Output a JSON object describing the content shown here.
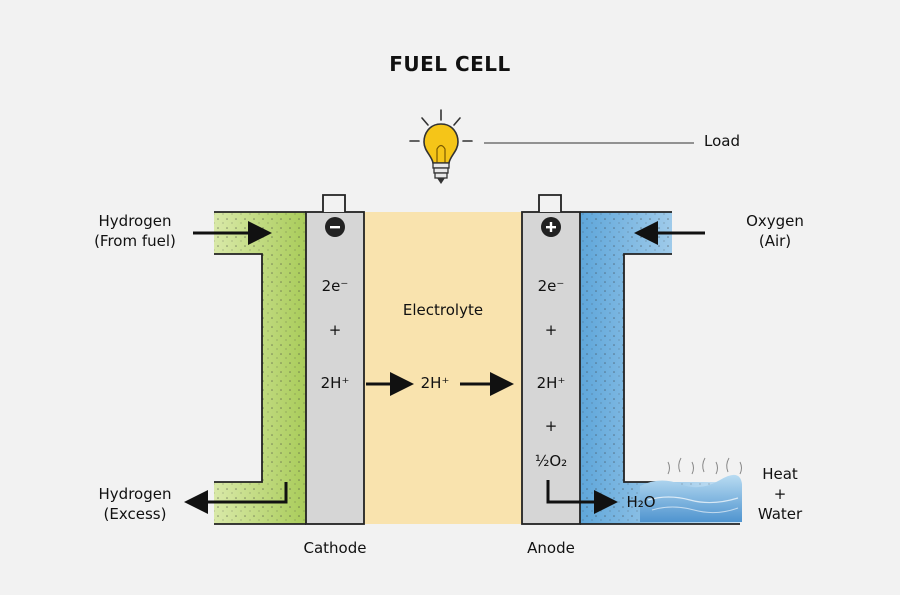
{
  "title": "FUEL CELL",
  "load_label": "Load",
  "hydrogen_in": {
    "line1": "Hydrogen",
    "line2": "(From fuel)"
  },
  "hydrogen_out": {
    "line1": "Hydrogen",
    "line2": "(Excess)"
  },
  "oxygen_in": {
    "line1": "Oxygen",
    "line2": "(Air)"
  },
  "heat_water": {
    "line1": "Heat",
    "line2": "+",
    "line3": "Water"
  },
  "electrolyte_label": "Electrolyte",
  "cathode_label": "Cathode",
  "anode_label": "Anode",
  "left_electrode": {
    "electrons": "2e⁻",
    "plus": "+",
    "protons": "2H⁺",
    "terminal": "−"
  },
  "right_electrode": {
    "electrons": "2e⁻",
    "plus1": "+",
    "protons": "2H⁺",
    "plus2": "+",
    "oxygen": "½O₂",
    "terminal": "+"
  },
  "middle_protons": "2H⁺",
  "water_product": "H₂O",
  "colors": {
    "hydrogen_chamber": "#b5d36b",
    "oxygen_chamber": "#6fb0de",
    "electrolyte": "#f9e3ae",
    "electrode": "#d6d6d6",
    "bulb": "#f5c518"
  }
}
